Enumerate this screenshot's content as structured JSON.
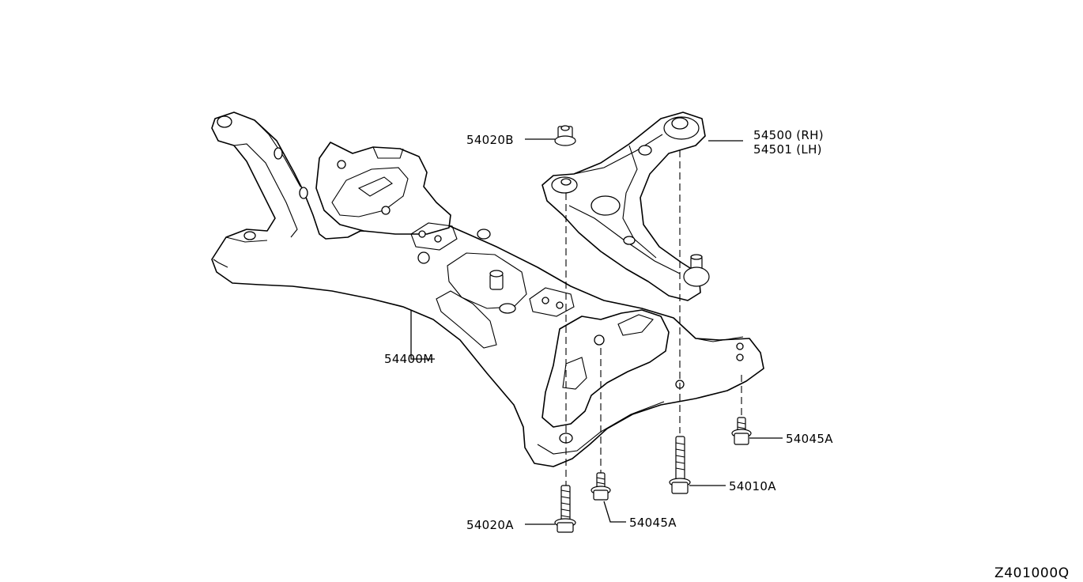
{
  "diagram": {
    "code": "Z401000Q",
    "callouts": {
      "nut_54020b": "54020B",
      "arm_rh": "54500 (RH)",
      "arm_lh": "54501 (LH)",
      "member": "54400M",
      "bolt_54045a_right": "54045A",
      "bolt_54010a": "54010A",
      "bolt_54020a": "54020A",
      "bolt_54045a_lower": "54045A"
    }
  }
}
